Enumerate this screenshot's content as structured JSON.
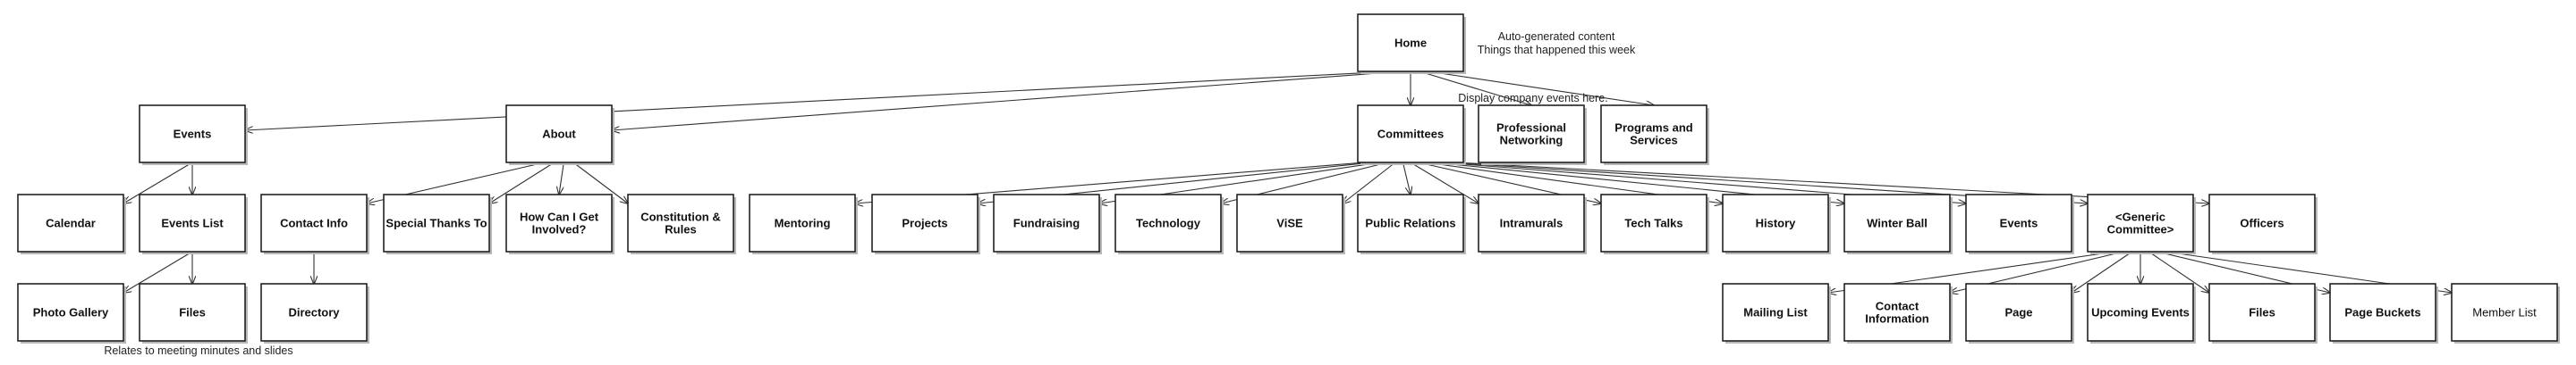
{
  "diagram": {
    "nodes": [
      {
        "id": "home",
        "label": [
          "Home"
        ]
      },
      {
        "id": "events",
        "label": [
          "Events"
        ]
      },
      {
        "id": "about",
        "label": [
          "About"
        ]
      },
      {
        "id": "committees",
        "label": [
          "Committees"
        ]
      },
      {
        "id": "profnet",
        "label": [
          "Professional",
          "Networking"
        ]
      },
      {
        "id": "programs",
        "label": [
          "Programs and",
          "Services"
        ]
      },
      {
        "id": "calendar",
        "label": [
          "Calendar"
        ]
      },
      {
        "id": "eventslist",
        "label": [
          "Events List"
        ]
      },
      {
        "id": "contactinfo",
        "label": [
          "Contact Info"
        ]
      },
      {
        "id": "specialthanks",
        "label": [
          "Special Thanks To"
        ]
      },
      {
        "id": "howcani",
        "label": [
          "How Can I Get",
          "Involved?"
        ]
      },
      {
        "id": "constitution",
        "label": [
          "Constitution &",
          "Rules"
        ]
      },
      {
        "id": "mentoring",
        "label": [
          "Mentoring"
        ]
      },
      {
        "id": "projects",
        "label": [
          "Projects"
        ]
      },
      {
        "id": "fundraising",
        "label": [
          "Fundraising"
        ]
      },
      {
        "id": "technology",
        "label": [
          "Technology"
        ]
      },
      {
        "id": "vise",
        "label": [
          "ViSE"
        ]
      },
      {
        "id": "publicrelations",
        "label": [
          "Public Relations"
        ]
      },
      {
        "id": "intramurals",
        "label": [
          "Intramurals"
        ]
      },
      {
        "id": "techtalks",
        "label": [
          "Tech Talks"
        ]
      },
      {
        "id": "history",
        "label": [
          "History"
        ]
      },
      {
        "id": "winterball",
        "label": [
          "Winter Ball"
        ]
      },
      {
        "id": "cevents",
        "label": [
          "Events"
        ]
      },
      {
        "id": "generic",
        "label": [
          "<Generic",
          "Committee>"
        ]
      },
      {
        "id": "officers",
        "label": [
          "Officers"
        ]
      },
      {
        "id": "photogallery",
        "label": [
          "Photo Gallery"
        ]
      },
      {
        "id": "files1",
        "label": [
          "Files"
        ]
      },
      {
        "id": "directory",
        "label": [
          "Directory"
        ]
      },
      {
        "id": "mailinglist",
        "label": [
          "Mailing List"
        ]
      },
      {
        "id": "contactinformation",
        "label": [
          "Contact",
          "Information"
        ]
      },
      {
        "id": "page",
        "label": [
          "Page"
        ]
      },
      {
        "id": "upcoming",
        "label": [
          "Upcoming Events"
        ]
      },
      {
        "id": "files2",
        "label": [
          "Files"
        ]
      },
      {
        "id": "pagebuckets",
        "label": [
          "Page Buckets"
        ]
      },
      {
        "id": "memberlist",
        "label": [
          "Member List"
        ]
      }
    ],
    "edges": [
      [
        "home",
        "events"
      ],
      [
        "home",
        "about"
      ],
      [
        "home",
        "committees"
      ],
      [
        "home",
        "profnet"
      ],
      [
        "home",
        "programs"
      ],
      [
        "events",
        "calendar"
      ],
      [
        "events",
        "eventslist"
      ],
      [
        "eventslist",
        "photogallery"
      ],
      [
        "eventslist",
        "files1"
      ],
      [
        "about",
        "contactinfo"
      ],
      [
        "about",
        "specialthanks"
      ],
      [
        "about",
        "howcani"
      ],
      [
        "about",
        "constitution"
      ],
      [
        "contactinfo",
        "directory"
      ],
      [
        "committees",
        "mentoring"
      ],
      [
        "committees",
        "projects"
      ],
      [
        "committees",
        "fundraising"
      ],
      [
        "committees",
        "technology"
      ],
      [
        "committees",
        "vise"
      ],
      [
        "committees",
        "publicrelations"
      ],
      [
        "committees",
        "intramurals"
      ],
      [
        "committees",
        "techtalks"
      ],
      [
        "committees",
        "history"
      ],
      [
        "committees",
        "winterball"
      ],
      [
        "committees",
        "cevents"
      ],
      [
        "committees",
        "generic"
      ],
      [
        "committees",
        "officers"
      ],
      [
        "generic",
        "mailinglist"
      ],
      [
        "generic",
        "contactinformation"
      ],
      [
        "generic",
        "page"
      ],
      [
        "generic",
        "upcoming"
      ],
      [
        "generic",
        "files2"
      ],
      [
        "generic",
        "pagebuckets"
      ],
      [
        "generic",
        "memberlist"
      ]
    ],
    "notes": [
      {
        "id": "auto-generated",
        "text": "Auto-generated content"
      },
      {
        "id": "things-happened",
        "text": "Things that happened this week"
      },
      {
        "id": "display-events",
        "text": "Display company events here."
      },
      {
        "id": "relates-minutes",
        "text": "Relates to meeting minutes and slides"
      }
    ]
  }
}
